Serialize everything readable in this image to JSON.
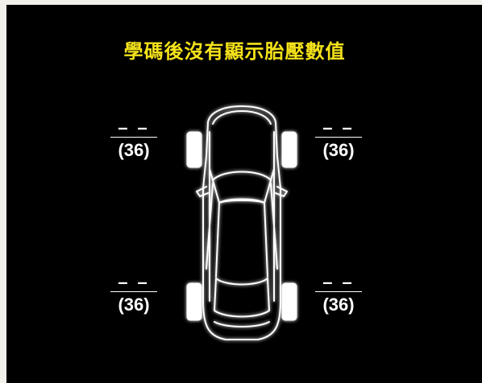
{
  "title": "學碼後沒有顯示胎壓數值",
  "tires": {
    "front_left": {
      "current": "– –",
      "target": "(36)"
    },
    "front_right": {
      "current": "– –",
      "target": "(36)"
    },
    "rear_left": {
      "current": "– –",
      "target": "(36)"
    },
    "rear_right": {
      "current": "– –",
      "target": "(36)"
    }
  },
  "colors": {
    "background": "#000000",
    "title": "#f4e21a",
    "text": "#ffffff"
  },
  "icons": {
    "car": "car-top-view-icon"
  }
}
